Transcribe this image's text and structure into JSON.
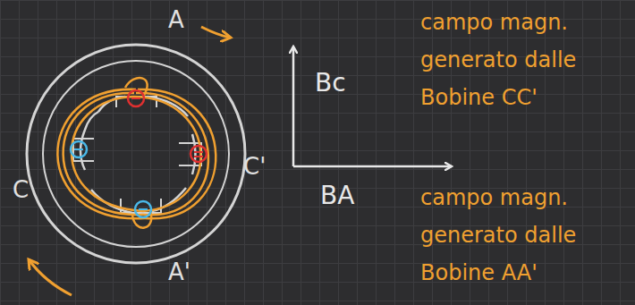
{
  "diagram": {
    "labels": [
      "A",
      "A'",
      "C",
      "C'",
      "Bc",
      "BA",
      "campo magn. generato dalle Bobine CC'",
      "campo magn. generato dalle Bobine AA'"
    ]
  }
}
